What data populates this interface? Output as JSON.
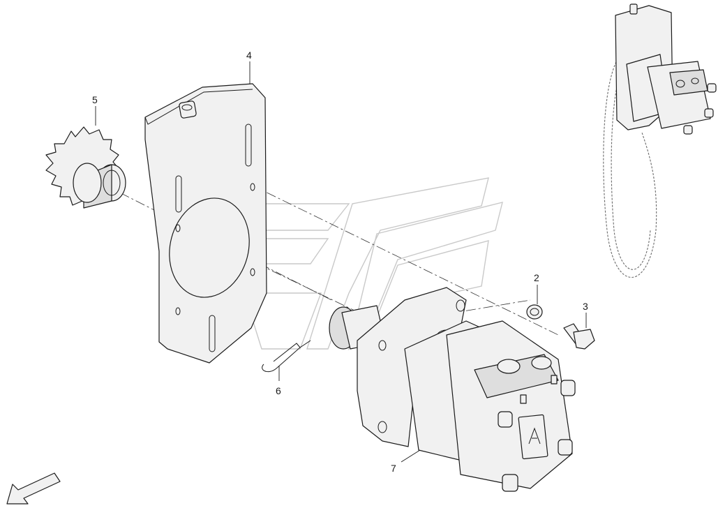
{
  "callouts": [
    {
      "id": "2",
      "label": "2"
    },
    {
      "id": "3",
      "label": "3"
    },
    {
      "id": "4",
      "label": "4"
    },
    {
      "id": "5",
      "label": "5"
    },
    {
      "id": "6",
      "label": "6"
    },
    {
      "id": "7",
      "label": "7"
    }
  ],
  "icons": {
    "orientation_arrow": "arrow-down-left-icon",
    "motor_badge": "logo-plate-icon"
  },
  "colors": {
    "line": "#1a1a1a",
    "fill": "#f1f1f1",
    "watermark": "#c9c9c9"
  }
}
